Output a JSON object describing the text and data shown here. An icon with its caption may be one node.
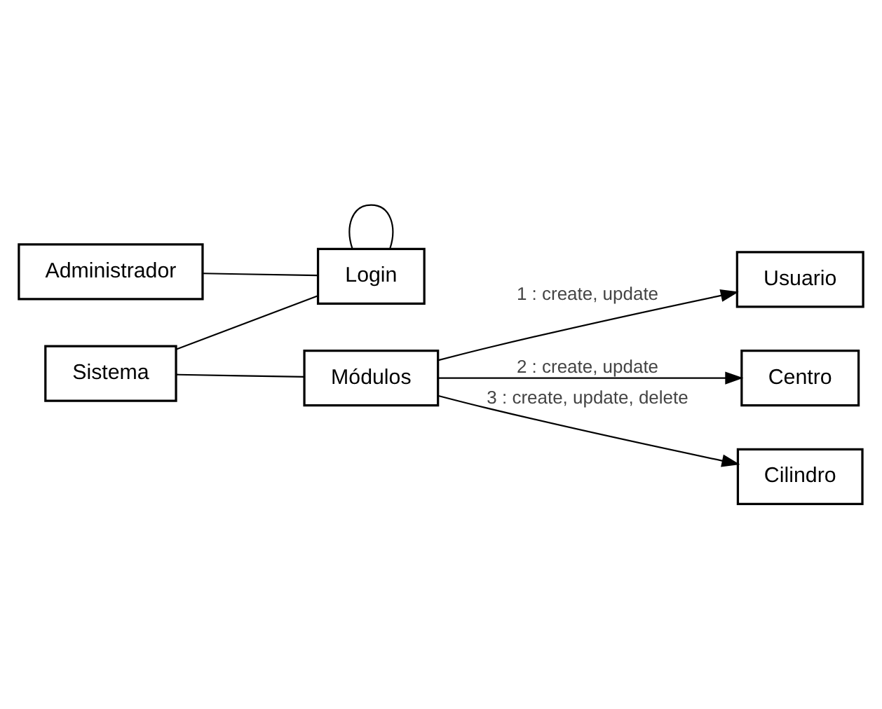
{
  "diagram": {
    "nodes": [
      {
        "text": [
          "Administrador"
        ]
      },
      {
        "text": [
          "Sistema"
        ]
      },
      {
        "text": [
          "Login"
        ]
      },
      {
        "text": [
          "Módulos"
        ]
      },
      {
        "text": [
          "Usuario"
        ]
      },
      {
        "text": [
          "Centro"
        ]
      },
      {
        "text": [
          "Cilindro"
        ]
      }
    ],
    "edges": [
      {
        "from": 0,
        "to": 2,
        "arrow": "none"
      },
      {
        "from": 2,
        "to": 2,
        "arrow": "none"
      },
      {
        "from": 1,
        "to": 2,
        "arrow": "none"
      },
      {
        "from": 1,
        "to": 3,
        "arrow": "none"
      },
      {
        "from": 3,
        "to": 4,
        "arrow": "to",
        "label": "1 : create, update"
      },
      {
        "from": 3,
        "to": 5,
        "arrow": "to",
        "label": "2 : create, update"
      },
      {
        "from": 3,
        "to": 6,
        "arrow": "to",
        "label": "3 : create, update, delete"
      }
    ]
  }
}
